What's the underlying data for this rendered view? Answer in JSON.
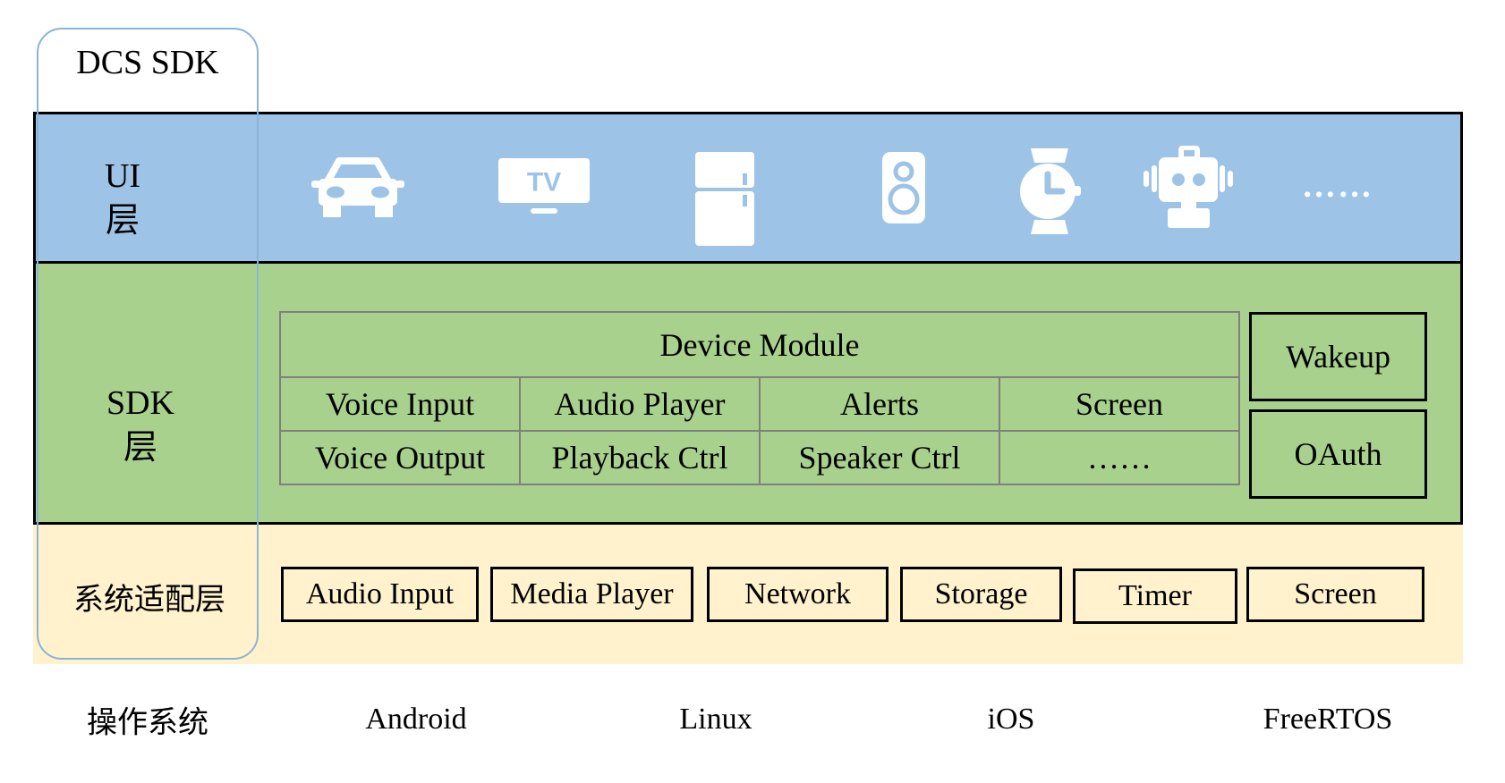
{
  "title": {
    "dcs_sdk": "DCS SDK"
  },
  "layers": {
    "ui": {
      "line1": "UI",
      "line2": "层",
      "ellipsis": "……"
    },
    "sdk": {
      "line1": "SDK",
      "line2": "层"
    },
    "adapter": {
      "label": "系统适配层"
    },
    "os": {
      "label": "操作系统",
      "items": [
        "Android",
        "Linux",
        "iOS",
        "FreeRTOS"
      ]
    }
  },
  "ui_devices": [
    "car",
    "tv",
    "refrigerator",
    "speaker",
    "watch",
    "robot",
    "ellipsis"
  ],
  "device_module": {
    "title": "Device Module",
    "rows": [
      [
        "Voice Input",
        "Audio Player",
        "Alerts",
        "Screen"
      ],
      [
        "Voice Output",
        "Playback Ctrl",
        "Speaker Ctrl",
        "……"
      ]
    ]
  },
  "sdk_side_modules": {
    "wakeup": "Wakeup",
    "oauth": "OAuth"
  },
  "adapter_modules": [
    "Audio Input",
    "Media Player",
    "Network",
    "Storage",
    "Timer",
    "Screen"
  ],
  "colors": {
    "ui_band": "#9DC3E6",
    "sdk_band": "#A9D18E",
    "adapter_band": "#FFF2CC",
    "outline_blue": "#8AB4D8",
    "table_border": "#7F7F7F"
  }
}
